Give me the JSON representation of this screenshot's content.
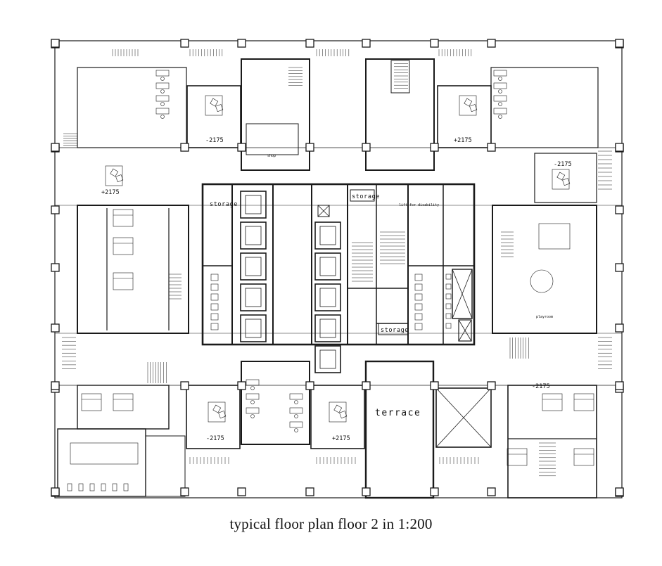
{
  "caption": "typical floor plan  floor 2 in 1:200",
  "labels": {
    "terrace": "terrace",
    "storage_1": "storage",
    "storage_2": "storage",
    "storage_3": "storage",
    "lift_for_disability": "lift for disability",
    "shop": "shop",
    "playroom": "playroom",
    "level_1": "-2175",
    "level_2": "+2175",
    "level_3": "+2175",
    "level_4": "-2175",
    "level_5": "-2175",
    "level_6": "+2175",
    "level_7": "-2175"
  },
  "colors": {
    "line": "#1a1a1a",
    "thin_line": "#444444",
    "background": "#ffffff"
  }
}
